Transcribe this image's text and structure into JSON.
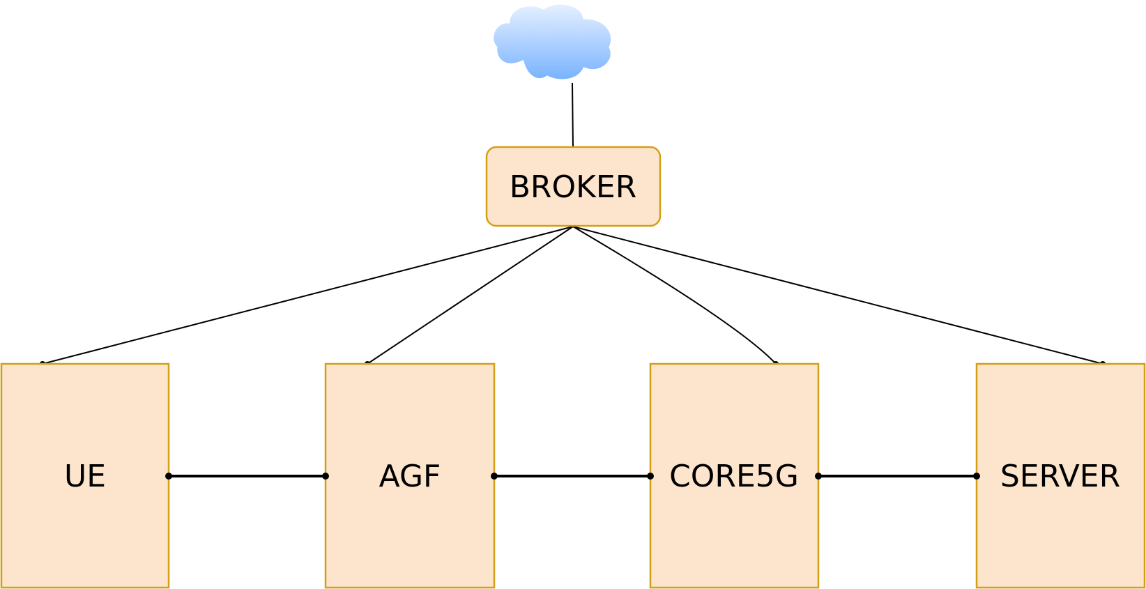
{
  "diagram": {
    "cloud": {
      "icon": "cloud-icon",
      "gradient_top": "#e6f1ff",
      "gradient_bottom": "#79b2ff"
    },
    "broker": {
      "label": "BROKER",
      "fill": "#fde5cd",
      "stroke": "#d39f14"
    },
    "nodes": [
      {
        "id": "ue",
        "label": "UE"
      },
      {
        "id": "agf",
        "label": "AGF"
      },
      {
        "id": "core5g",
        "label": "CORE5G"
      },
      {
        "id": "server",
        "label": "SERVER"
      }
    ],
    "node_fill": "#fde5cd",
    "node_stroke": "#d39f14",
    "connections": [
      {
        "from": "cloud",
        "to": "broker"
      },
      {
        "from": "broker",
        "to": "ue"
      },
      {
        "from": "broker",
        "to": "agf"
      },
      {
        "from": "broker",
        "to": "core5g"
      },
      {
        "from": "broker",
        "to": "server"
      },
      {
        "from": "ue",
        "to": "agf"
      },
      {
        "from": "agf",
        "to": "core5g"
      },
      {
        "from": "core5g",
        "to": "server"
      }
    ]
  }
}
